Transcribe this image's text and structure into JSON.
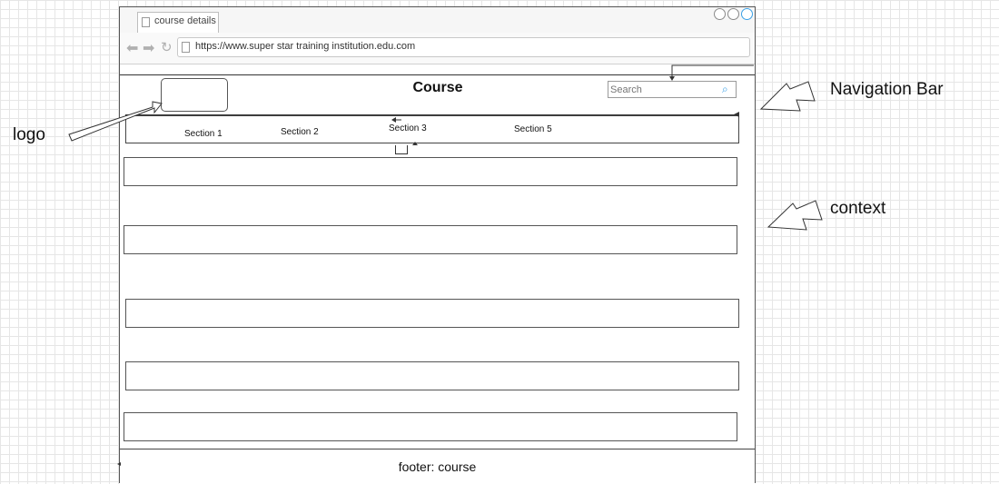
{
  "browser": {
    "tab_title": "course details",
    "url": "https://www.super star training institution.edu.com"
  },
  "page": {
    "title": "Course",
    "search_placeholder": "Search",
    "nav_items": [
      "Section 1",
      "Section 2",
      "Section 3",
      "Section 5"
    ],
    "footer": "footer: course"
  },
  "annotations": {
    "logo": "logo",
    "navigation_bar": "Navigation Bar",
    "context": "context"
  }
}
